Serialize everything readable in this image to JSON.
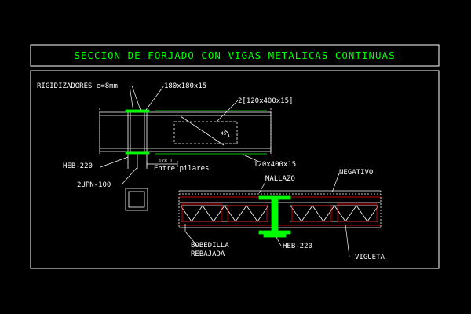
{
  "title": "SECCION DE FORJADO CON VIGAS METALICAS CONTINUAS",
  "labels": {
    "rigidizadores": "RIGIDIZADORES e=8mm",
    "plate_180": "180x180x15",
    "profile_2": "2[120x400x15]",
    "angle": "45°",
    "heb_left": "HEB-220",
    "ratio": "1/8 l",
    "entre_pilares": "Entre pilares",
    "plate_120": "120x400x15",
    "upn": "2UPN-100",
    "mallazo": "MALLAZO",
    "negativo": "NEGATIVO",
    "bobedilla_1": "BOBEDILLA",
    "bobedilla_2": "REBAJADA",
    "heb_bottom": "HEB-220",
    "vigueta": "VIGUETA"
  },
  "colors": {
    "background": "#000000",
    "frame": "#ffffff",
    "title": "#00ff00",
    "steel": "#00ff00",
    "rebar": "#ff0000",
    "concrete": "#ffffff",
    "dim": "#ffffff"
  }
}
